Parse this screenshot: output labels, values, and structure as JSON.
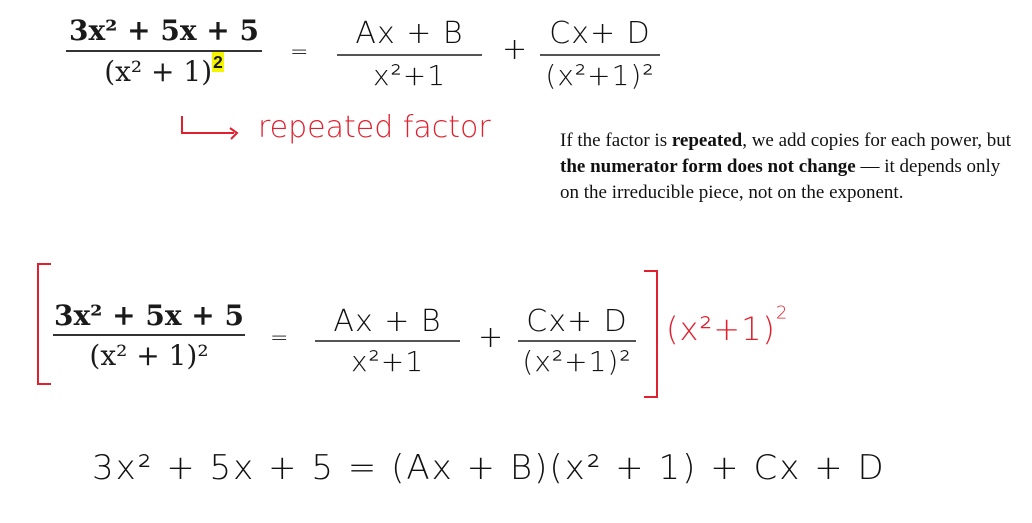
{
  "equation1": {
    "lhs_numerator": "3x² + 5x + 5",
    "lhs_denominator_base": "(x² + 1)",
    "lhs_denominator_exponent": "2",
    "equals": "=",
    "term1_numerator": "Ax + B",
    "term1_denominator": "x²+1",
    "plus": "+",
    "term2_numerator": "Cx+ D",
    "term2_denominator": "(x²+1)²"
  },
  "annotation": {
    "arrow": "└──›",
    "label": "repeated factor",
    "color": "#e0202e",
    "highlight_color": "#f5f500"
  },
  "note": {
    "part1": "If the factor is ",
    "bold1": "repeated",
    "part2": ", we add copies for each power, but ",
    "bold2": "the numerator form does not change",
    "part3": " — it depends only on the irreducible piece, not on the exponent."
  },
  "equation2": {
    "lhs_numerator": "3x² + 5x + 5",
    "lhs_denominator": "(x² + 1)²",
    "equals": "=",
    "term1_numerator": "Ax + B",
    "term1_denominator": "x²+1",
    "plus": "+",
    "term2_numerator": "Cx+ D",
    "term2_denominator": "(x²+1)²",
    "multiplier": "(x²+1)",
    "multiplier_exponent": "2"
  },
  "equation3": {
    "text": "3x² + 5x + 5 = (Ax + B)(x² + 1) + Cx + D"
  }
}
